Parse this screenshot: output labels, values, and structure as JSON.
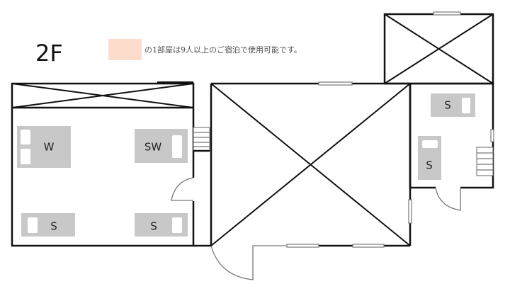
{
  "floor_label": "2F",
  "legend": {
    "color": "#fddccc",
    "text": "の1部屋は9人以上のご宿泊で使用可能です。"
  },
  "rooms": {
    "left_room": {
      "beds": [
        "W",
        "SW",
        "S",
        "S"
      ]
    },
    "right_room": {
      "beds": [
        "S",
        "S"
      ]
    }
  }
}
